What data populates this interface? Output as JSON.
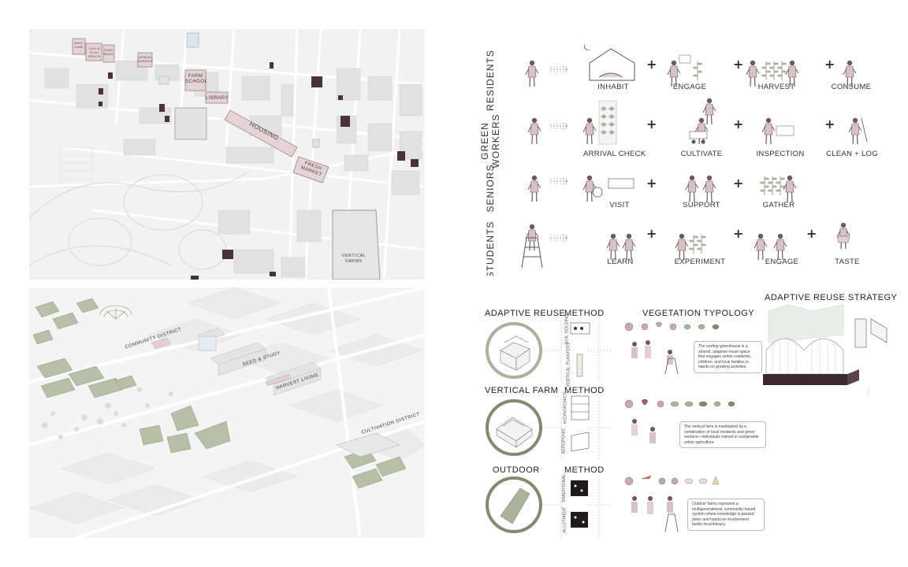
{
  "map": {
    "labels": {
      "bike_lane": "BIKE LANE",
      "child_play": "CHILD PLAY SPACE",
      "bike_rack": "BIKE RACK",
      "urban_garden": "URBAN GARDEN",
      "farm_school": "FARM SCHOOL",
      "library": "LIBRARY",
      "housing": "HOUSING",
      "fresh_market": "FRESH MARKET",
      "vertical_farms": "VERTICAL FARMS"
    }
  },
  "axon": {
    "districts": {
      "community": "COMMUNITY DISTRICT",
      "seed": "SEED & STUDY",
      "harvest": "HARVEST LIVING",
      "cultivation": "CULTIVATION DISTRICT"
    }
  },
  "program": {
    "rows": [
      {
        "title": "RESIDENTS",
        "activities": [
          "INHABIT",
          "ENGAGE",
          "HARVEST",
          "CONSUME"
        ]
      },
      {
        "title_lines": [
          "GREEN",
          "WORKERS"
        ],
        "activities": [
          "ARRIVAL CHECK",
          "CULTIVATE",
          "INSPECTION",
          "CLEAN + LOG"
        ]
      },
      {
        "title": "SENIORS",
        "activities": [
          "VISIT",
          "SUPPORT",
          "GATHER"
        ]
      },
      {
        "title": "STUDENTS",
        "activities": [
          "LEARN",
          "EXPERIMENT",
          "ENGAGE",
          "TASTE"
        ]
      }
    ],
    "plus": "+"
  },
  "strategy": {
    "headers": {
      "adaptive_reuse": "ADAPTIVE REUSE",
      "method": "METHOD",
      "vegetation_typology": "VEGETATION TYPOLOGY",
      "adaptive_reuse_strategy": "ADAPTIVE REUSE STRATEGY",
      "vertical_farm": "VERTICAL FARM",
      "outdoor": "OUTDOOR"
    },
    "methods": {
      "soil_seeding": "SOIL SEEDING",
      "vertical_planters": "VERTICAL PLANTERS",
      "hydroponics": "HYDROPONICS",
      "aeroponic": "AEROPONIC",
      "traditional": "TRADITIONAL",
      "allotment": "ALLOTMENT"
    },
    "notes": {
      "reuse": "The rooftop greenhouse is a shared, adaptive reuse space that engages senior residents, children, and local families in hands-on growing activities.",
      "vertical": "The vertical farm is maintained by a combination of local residents and green workers—individuals trained in sustainable urban agriculture.",
      "outdoor": "Outdoor farms represent a multigenerational, community-based system where knowledge is passed down and hands-on involvement builds local literacy."
    }
  },
  "colors": {
    "accent_dark": "#4a3236",
    "accent_pink": "#e3cfd2",
    "sage": "#a9b39b",
    "sage_dark": "#7f8c6e",
    "map_bg": "#f1f1f1",
    "map_block": "#e0e0e0"
  }
}
